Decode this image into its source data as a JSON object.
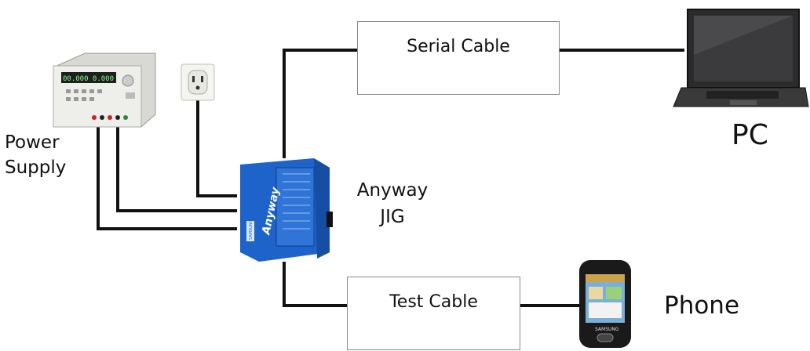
{
  "diagram": {
    "labels": {
      "power_supply": [
        "Power",
        "Supply"
      ],
      "jig": [
        "Anyway",
        "JIG"
      ],
      "pc": "PC",
      "phone": "Phone"
    },
    "boxes": {
      "serial_cable": "Serial Cable",
      "test_cable": "Test Cable"
    },
    "device_text": {
      "jig_brand": "Anyway",
      "jig_badge": "SAMSUNG",
      "phone_brand": "SAMSUNG",
      "psu_display": "00.000  0.000"
    },
    "colors": {
      "line": "#111111",
      "jig_body": "#1d63c9",
      "laptop": "#2b2b2b",
      "psu_body": "#e6e6e2"
    }
  }
}
